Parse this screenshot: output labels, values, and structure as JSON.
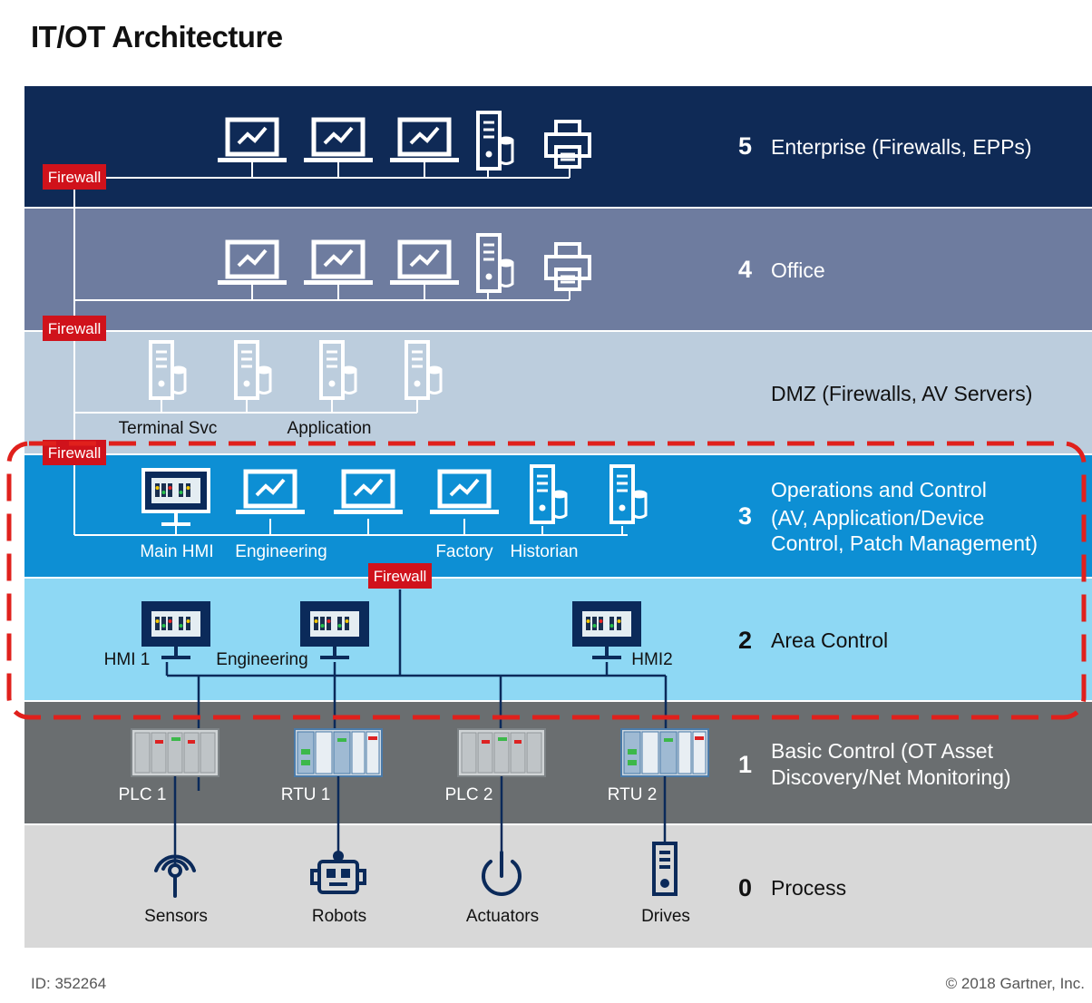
{
  "title": "IT/OT Architecture",
  "layers": [
    {
      "num": "5",
      "label_lines": [
        "Enterprise (Firewalls, EPPs)"
      ],
      "color": "#0f2a56"
    },
    {
      "num": "4",
      "label_lines": [
        "Office"
      ],
      "color": "#6e7c9f"
    },
    {
      "num": "",
      "label_lines": [
        "DMZ (Firewalls, AV Servers)"
      ],
      "color": "#bccddd"
    },
    {
      "num": "3",
      "label_lines": [
        "Operations and Control",
        "(AV, Application/Device",
        "Control, Patch Management)"
      ],
      "color": "#0d8fd4"
    },
    {
      "num": "2",
      "label_lines": [
        "Area Control"
      ],
      "color": "#8ed8f4"
    },
    {
      "num": "1",
      "label_lines": [
        "Basic Control (OT Asset",
        "Discovery/Net Monitoring)"
      ],
      "color": "#6a6e70"
    },
    {
      "num": "0",
      "label_lines": [
        "Process"
      ],
      "color": "#d8d8d8"
    }
  ],
  "firewall_label": "Firewall",
  "devices": {
    "dmz_terminal": "Terminal Svc",
    "dmz_application": "Application",
    "ops_main_hmi": "Main HMI",
    "ops_engineering": "Engineering",
    "ops_factory": "Factory",
    "ops_historian": "Historian",
    "area_hmi1": "HMI 1",
    "area_engineering": "Engineering",
    "area_hmi2": "HMI2",
    "plc1": "PLC 1",
    "rtu1": "RTU 1",
    "plc2": "PLC 2",
    "rtu2": "RTU 2",
    "sensors": "Sensors",
    "robots": "Robots",
    "actuators": "Actuators",
    "drives": "Drives"
  },
  "highlight_color": "#e0201c",
  "footer": {
    "id": "ID: 352264",
    "copyright": "© 2018 Gartner, Inc."
  }
}
